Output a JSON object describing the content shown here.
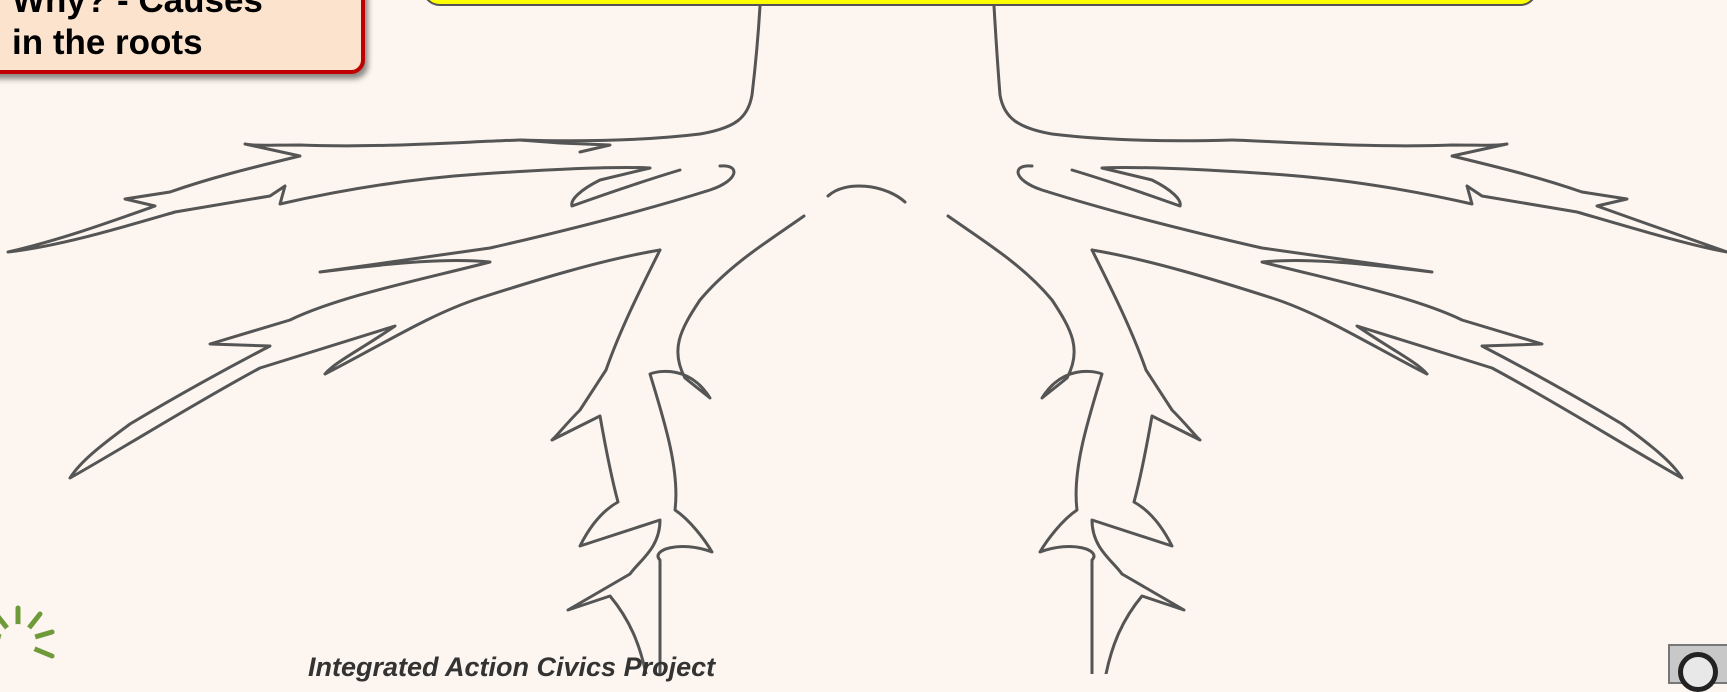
{
  "callout": {
    "line1": "Why? - Causes",
    "line2": "in the roots",
    "fill_color": "#fbe3cd",
    "border_color": "#c00000"
  },
  "title_bar": {
    "fill_color": "#ffff00"
  },
  "footer": {
    "text": "Integrated Action Civics Project"
  },
  "icons": {
    "logo": "sun-logo-icon",
    "license": "creative-commons-icon"
  }
}
